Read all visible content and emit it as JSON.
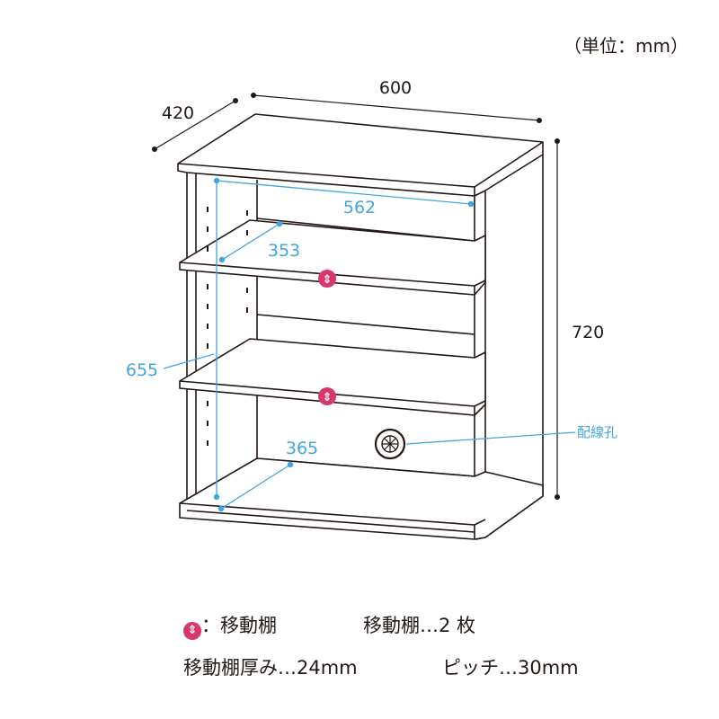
{
  "unit_label": "（単位：mm）",
  "dimensions": {
    "width": "600",
    "depth": "420",
    "height": "720",
    "inner_width": "562",
    "shelf_depth_upper": "353",
    "inner_height": "655",
    "bottom_depth": "365"
  },
  "callout": {
    "cable_hole": "配線孔"
  },
  "legend": {
    "icon_name": "movable-shelf-icon",
    "icon_glyph": "⇕",
    "movable_shelf": "：移動棚",
    "shelf_count": "移動棚…2 枚",
    "shelf_thickness": "移動棚厚み…24mm",
    "pitch": "ピッチ…30mm"
  },
  "colors": {
    "line": "#231815",
    "accent_blue": "#41a6e0",
    "marker_pink": "#d9376b"
  }
}
